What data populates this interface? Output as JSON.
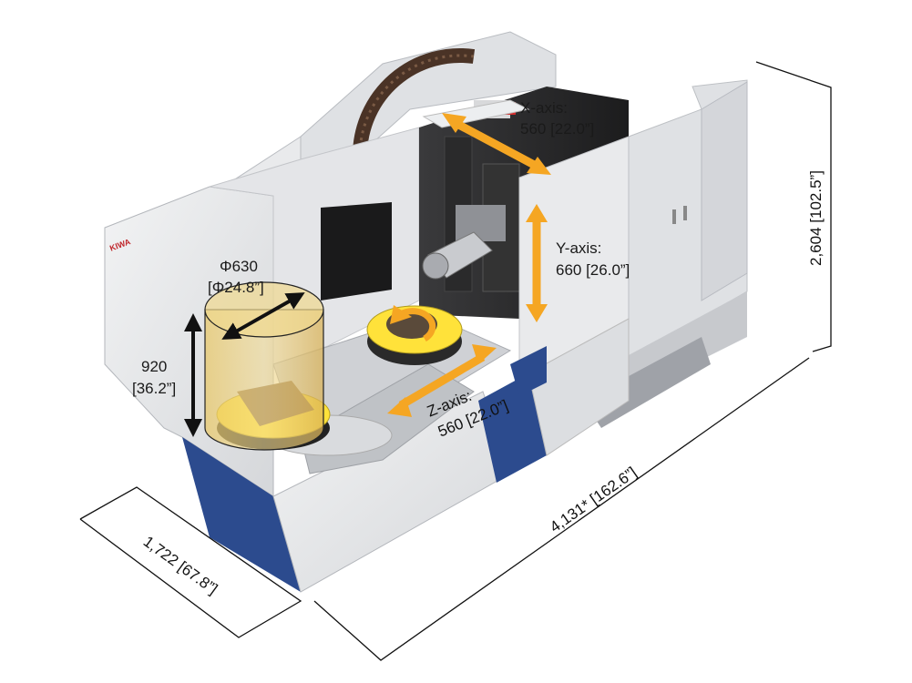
{
  "colors": {
    "accent_arrow": "#f5a623",
    "machine_body": "#e6e7e9",
    "machine_blue": "#2c4b8e",
    "pallet_yellow": "#ffe23a",
    "dimension_line": "#111111"
  },
  "brand": {
    "logo_text": "KIWA"
  },
  "axes": {
    "x_axis": {
      "title": "X-axis:",
      "value": "560 [22.0”]"
    },
    "y_axis": {
      "title": "Y-axis:",
      "value": "660 [26.0”]"
    },
    "z_axis": {
      "title": "Z-axis:",
      "value": "560 [22.0”]"
    }
  },
  "workpiece": {
    "diameter": "Φ630",
    "diameter_in": "[Φ24.8”]",
    "height": "920",
    "height_in": "[36.2”]"
  },
  "dimensions": {
    "height": "2,604 [102.5”]",
    "length": "4,131* [162.6”]",
    "depth": "1,722 [67.8”]"
  },
  "icons": [
    "rotation-icon"
  ]
}
